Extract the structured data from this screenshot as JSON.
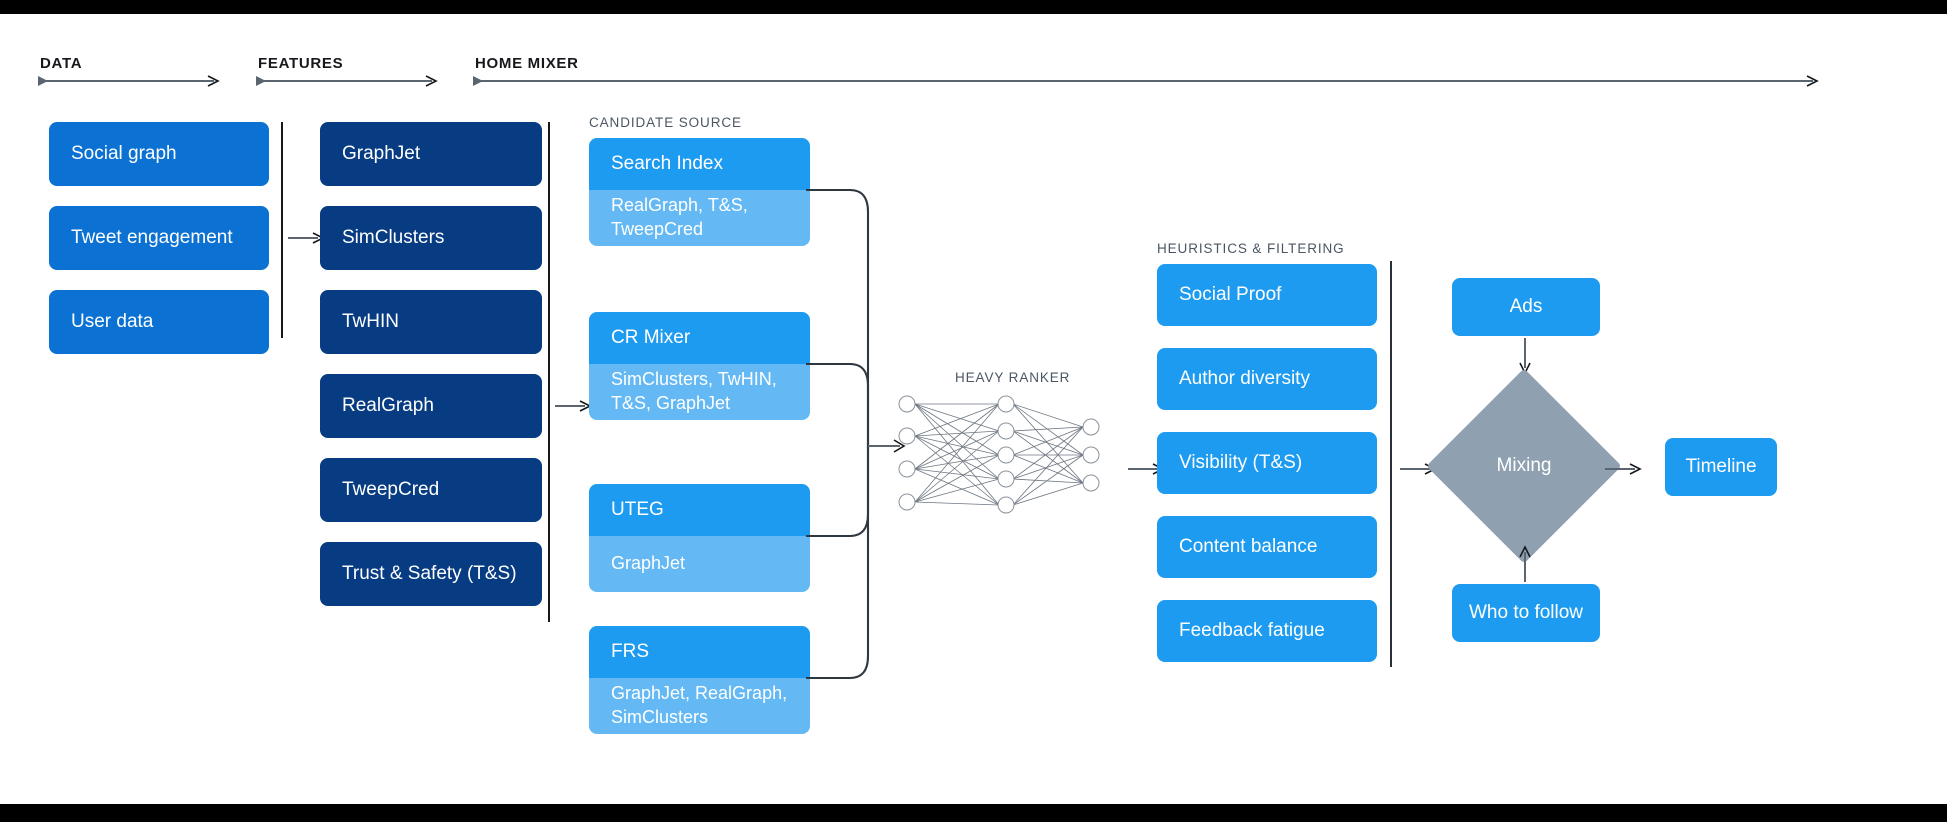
{
  "sections": {
    "data": {
      "title": "DATA"
    },
    "features": {
      "title": "FEATURES"
    },
    "home_mixer": {
      "title": "HOME MIXER"
    }
  },
  "captions": {
    "candidate_source": "CANDIDATE SOURCE",
    "heavy_ranker": "HEAVY RANKER",
    "heuristics": "HEURISTICS & FILTERING"
  },
  "data_boxes": [
    {
      "label": "Social graph"
    },
    {
      "label": "Tweet engagement"
    },
    {
      "label": "User data"
    }
  ],
  "feature_boxes": [
    {
      "label": "GraphJet"
    },
    {
      "label": "SimClusters"
    },
    {
      "label": "TwHIN"
    },
    {
      "label": "RealGraph"
    },
    {
      "label": "TweepCred"
    },
    {
      "label": "Trust & Safety (T&S)"
    }
  ],
  "candidate_sources": [
    {
      "name": "Search Index",
      "features": "RealGraph, T&S,\nTweepCred"
    },
    {
      "name": "CR Mixer",
      "features": "SimClusters, TwHIN,\nT&S, GraphJet"
    },
    {
      "name": "UTEG",
      "features": "GraphJet"
    },
    {
      "name": "FRS",
      "features": "GraphJet, RealGraph,\nSimClusters"
    }
  ],
  "heuristics": [
    {
      "label": "Social Proof"
    },
    {
      "label": "Author diversity"
    },
    {
      "label": "Visibility (T&S)"
    },
    {
      "label": "Content balance"
    },
    {
      "label": "Feedback fatigue"
    }
  ],
  "mixing": {
    "ads": "Ads",
    "node": "Mixing",
    "who_to_follow": "Who to follow",
    "timeline": "Timeline"
  },
  "neural_net": {
    "input_nodes": 4,
    "hidden_nodes": 5,
    "output_nodes": 3
  },
  "colors": {
    "data_blue": "#0b72d4",
    "feature_navy": "#073b82",
    "accent_blue": "#1d9bf0",
    "light_blue": "#64b9f4",
    "diamond_gray": "#8fa0b0",
    "line_gray": "#5b6570",
    "caption_gray": "#4b5664",
    "ink": "#16181c",
    "sheet": "#ffffff",
    "letterbox": "#000000"
  }
}
